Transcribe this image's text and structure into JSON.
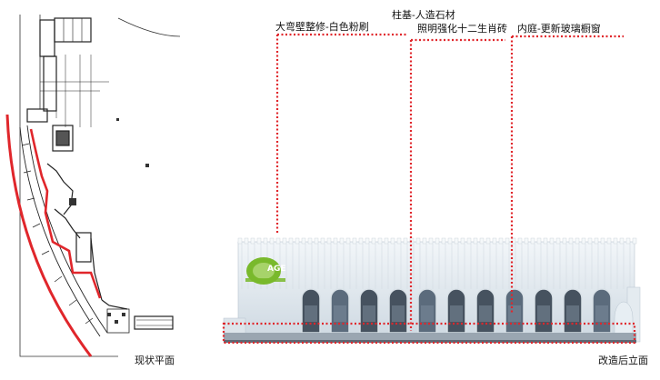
{
  "left_panel": {
    "caption": "现状平面"
  },
  "right_panel": {
    "caption": "改造后立面",
    "logo_text": "AGE",
    "annotations": [
      {
        "id": "plinth",
        "text": "柱基-人造石材"
      },
      {
        "id": "wall",
        "text": "大弯壁整修-白色粉刷"
      },
      {
        "id": "lighting",
        "text": "照明强化十二生肖砖"
      },
      {
        "id": "courtyard",
        "text": "内庭-更新玻璃橱窗"
      }
    ]
  },
  "colors": {
    "outline_red": "#e0262b",
    "dotted_red": "#e0262b",
    "facade_light": "#eef3f7",
    "facade_mid": "#cfd9e2",
    "arch_dark": "#4a5868",
    "logo_green": "#79b92c",
    "plan_lines": "#222222"
  }
}
